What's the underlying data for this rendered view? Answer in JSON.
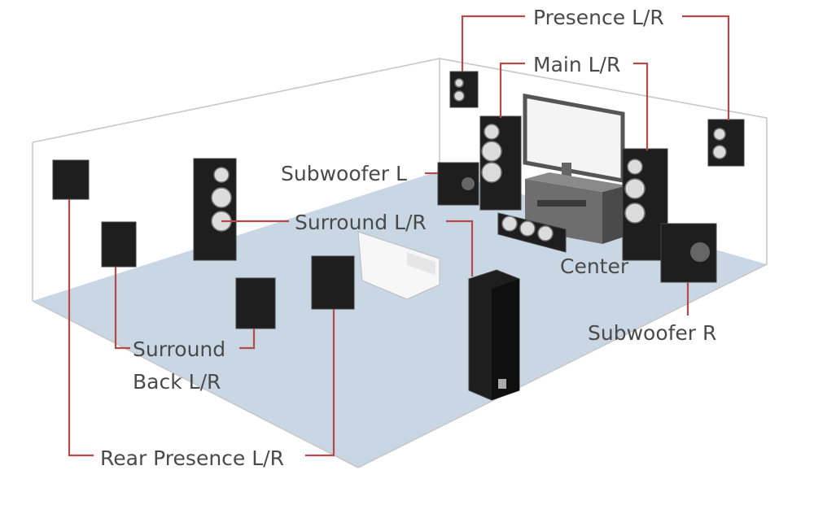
{
  "labels": {
    "presence": "Presence L/R",
    "main": "Main L/R",
    "subwoofer_l": "Subwoofer L",
    "surround": "Surround L/R",
    "center": "Center",
    "subwoofer_r": "Subwoofer R",
    "surround_back_line1": "Surround",
    "surround_back_line2": "Back L/R",
    "rear_presence": "Rear Presence L/R"
  },
  "colors": {
    "leader_line": "#b44a4a",
    "floor": "#c9d7e4",
    "speaker": "#1e1e1e",
    "label_text": "#4a4a4a"
  }
}
